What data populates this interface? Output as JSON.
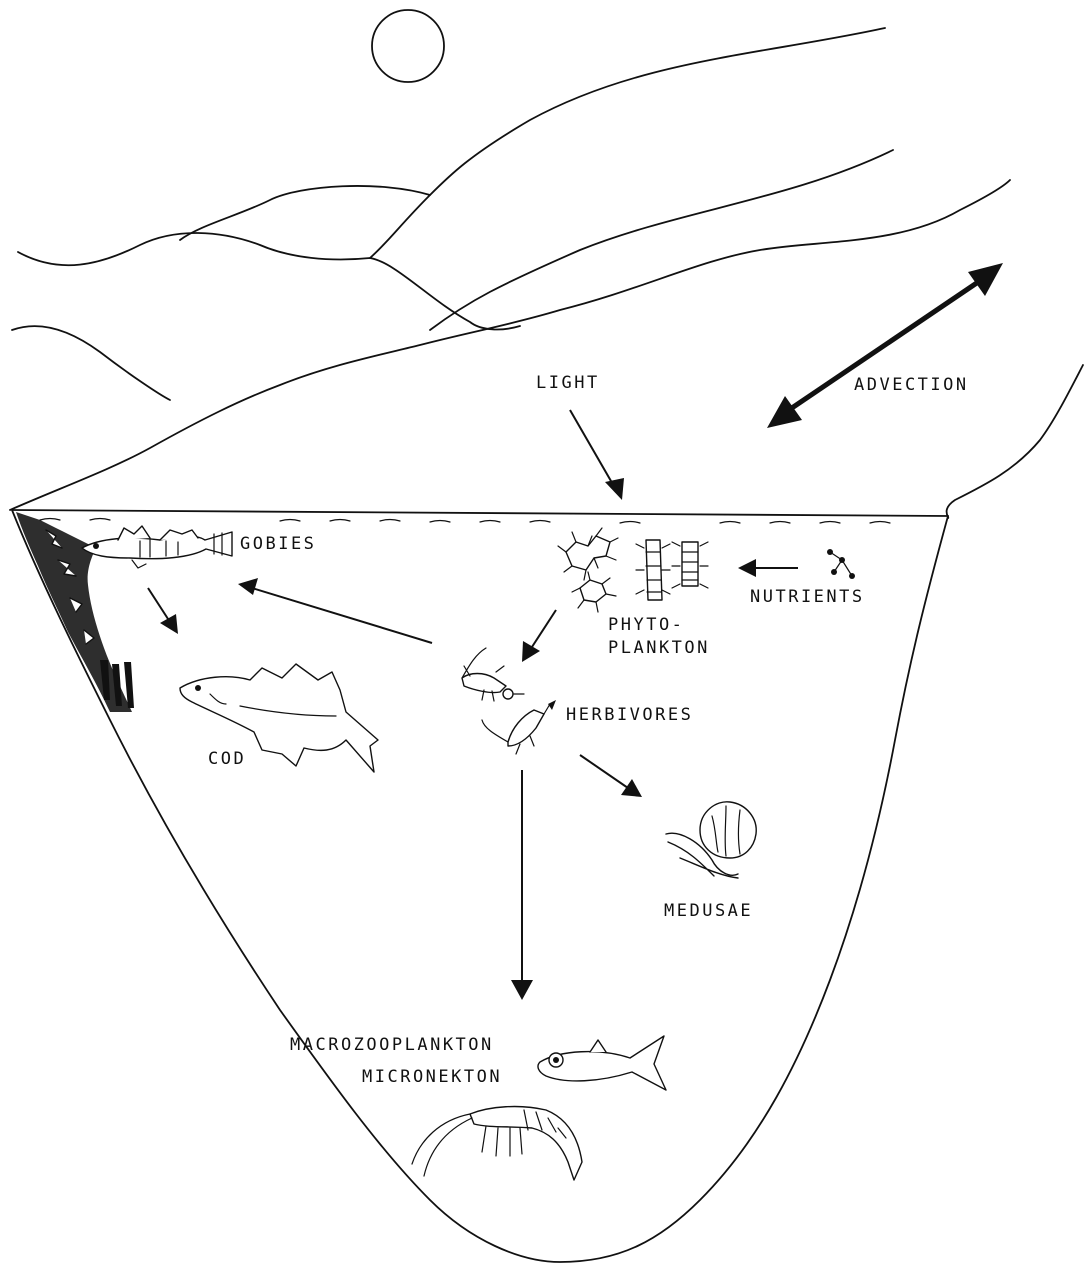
{
  "labels": {
    "light": "LIGHT",
    "advection": "ADVECTION",
    "gobies": "GOBIES",
    "nutrients": "NUTRIENTS",
    "phyto_line1": "PHYTO-",
    "phyto_line2": "PLANKTON",
    "herbivores": "HERBIVORES",
    "cod": "COD",
    "medusae": "MEDUSAE",
    "macrozooplankton": "MACROZOOPLANKTON",
    "micronekton": "MICRONEKTON"
  },
  "icons": {
    "sun": "sun-icon",
    "gobies": "goby-fish-icon",
    "cod": "cod-fish-icon",
    "phytoplankton": "diatom-chain-icon",
    "nutrients": "nutrient-molecule-icon",
    "herbivores": "copepod-icon",
    "medusae": "jellyfish-icon",
    "micronekton_fish": "lanternfish-icon",
    "macrozooplankton": "shrimp-icon",
    "seaweed": "seaweed-icon"
  },
  "colors": {
    "ink": "#111111",
    "background": "#ffffff"
  }
}
